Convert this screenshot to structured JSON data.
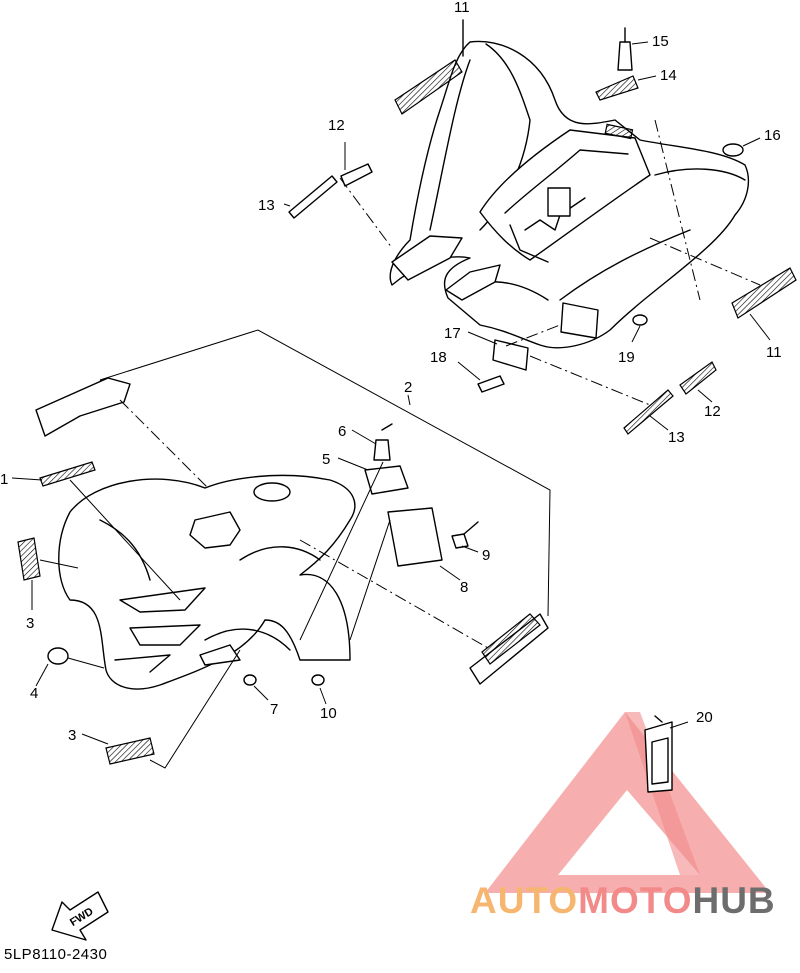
{
  "diagram": {
    "code": "5LP8110-2430",
    "forward_marker": "FWD",
    "callouts": {
      "c1": "1",
      "c2": "2",
      "c3a": "3",
      "c3b": "3",
      "c4": "4",
      "c5": "5",
      "c6": "6",
      "c7": "7",
      "c8": "8",
      "c9": "9",
      "c10": "10",
      "c11a": "11",
      "c11b": "11",
      "c12a": "12",
      "c12b": "12",
      "c13a": "13",
      "c13b": "13",
      "c14": "14",
      "c15": "15",
      "c16": "16",
      "c17": "17",
      "c18": "18",
      "c19": "19",
      "c20": "20"
    }
  },
  "watermark": {
    "part1": "AUTO",
    "part2": "MOTO",
    "part3": "HUB",
    "colors": {
      "auto": "#f6b66f",
      "moto": "#f28a8a",
      "hub": "#6d6d6d",
      "triangle": "#f08080"
    }
  }
}
